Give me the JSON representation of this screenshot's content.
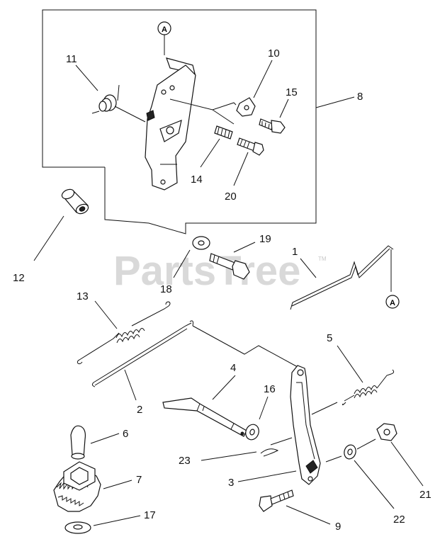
{
  "watermark": {
    "text": "PartsTree",
    "tm": "TM"
  },
  "callouts": {
    "c1": "1",
    "c2": "2",
    "c3": "3",
    "c4": "4",
    "c5": "5",
    "c6": "6",
    "c7": "7",
    "c8": "8",
    "c9": "9",
    "c10": "10",
    "c11": "11",
    "c12": "12",
    "c13": "13",
    "c14": "14",
    "c15": "15",
    "c16": "16",
    "c17": "17",
    "c18": "18",
    "c19": "19",
    "c20": "20",
    "c21": "21",
    "c22": "22",
    "c23": "23"
  },
  "reference_marks": {
    "top": "A",
    "bottom": "A"
  }
}
